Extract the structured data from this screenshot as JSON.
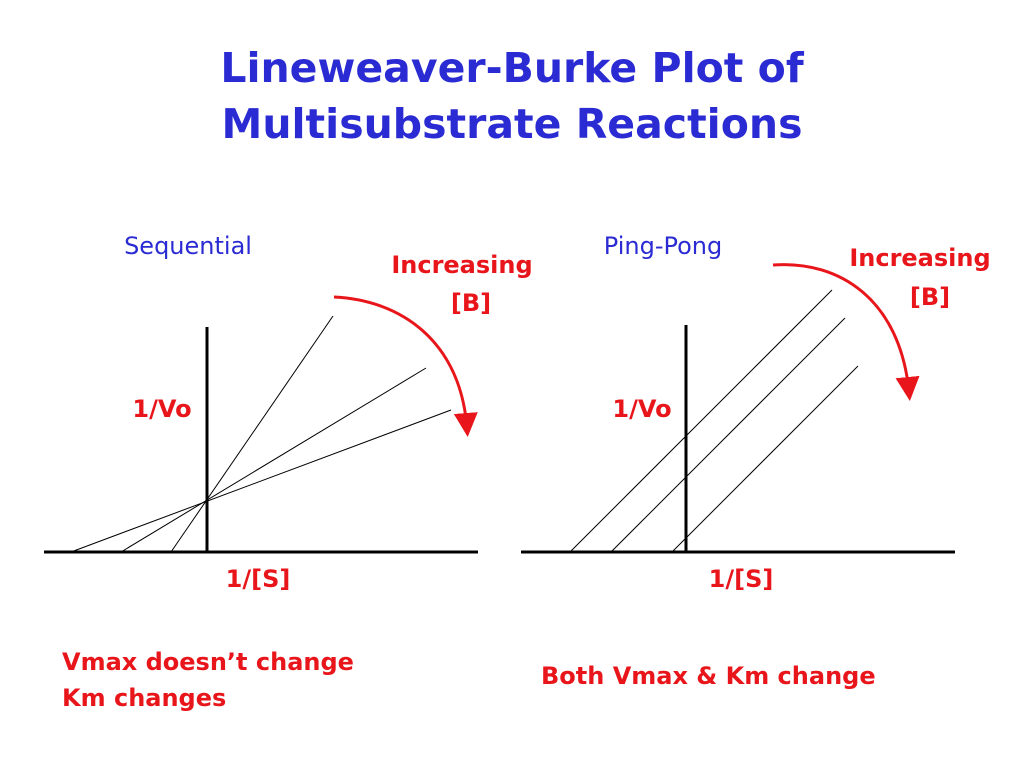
{
  "title": {
    "line1": "Lineweaver-Burke Plot of",
    "line2": "Multisubstrate Reactions"
  },
  "colors": {
    "title": "#2b2bd4",
    "accent": "#e8161b",
    "axes": "#000000"
  },
  "panels": [
    {
      "heading": "Sequential",
      "y_axis_label": "1/Vo",
      "x_axis_label": "1/[S]",
      "arrow_label_line1": "Increasing",
      "arrow_label_line2": "[B]",
      "caption_lines": [
        "Vmax doesn’t change",
        "Km changes"
      ]
    },
    {
      "heading": "Ping-Pong",
      "y_axis_label": "1/Vo",
      "x_axis_label": "1/[S]",
      "arrow_label_line1": "Increasing",
      "arrow_label_line2": "[B]",
      "caption_lines": [
        "Both Vmax & Km change"
      ]
    }
  ],
  "icons": [
    "curved-arrow-icon"
  ]
}
